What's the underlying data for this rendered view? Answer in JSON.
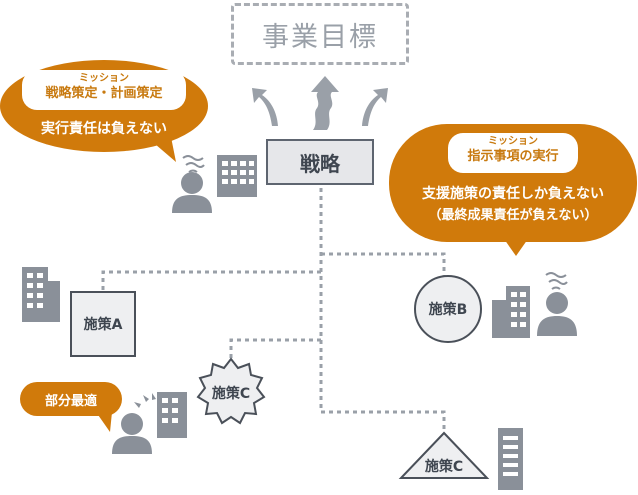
{
  "goal": {
    "label": "事業目標"
  },
  "strategy": {
    "label": "戦略"
  },
  "left_bubble": {
    "mission_title": "ミッション",
    "mission_body": "戦略策定・計画策定",
    "note": "実行責任は負えない"
  },
  "right_bubble": {
    "mission_title": "ミッション",
    "mission_body": "指示事項の実行",
    "note_line1": "支援施策の責任しか負えない",
    "note_line2": "（最終成果責任が負えない）"
  },
  "bottom_bubble": {
    "note": "部分最適"
  },
  "measures": {
    "a": "施策A",
    "b": "施策B",
    "c_star": "施策C",
    "c_triangle": "施策C"
  },
  "colors": {
    "accent": "#d07a0b",
    "gray": "#8a9099",
    "dark": "#4a5059"
  }
}
